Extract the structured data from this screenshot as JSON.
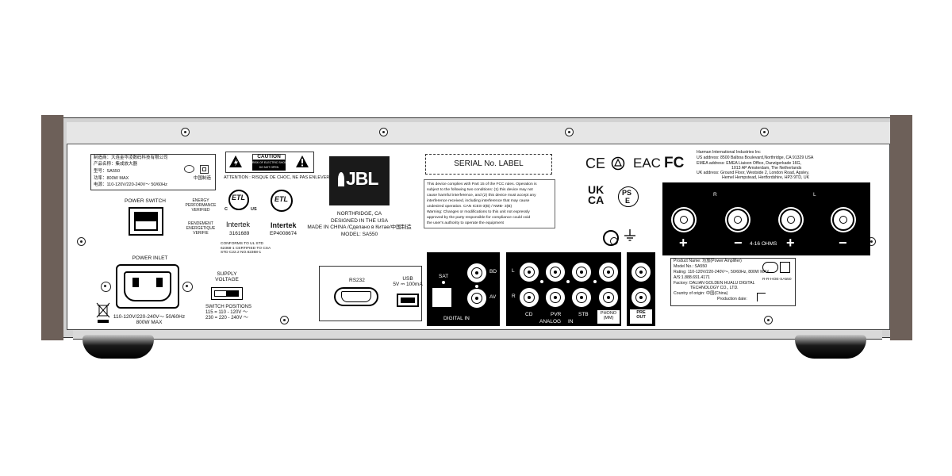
{
  "cn_label": {
    "line1": "制造商：大连金华凌数码科技有限公司",
    "line2": "产品名称：集成放大器",
    "line3": "型号：SA550",
    "line4": "功率：800W MAX",
    "line5": "电源：110-120V/220-240V～ 50/60Hz",
    "made_in": "中国制造"
  },
  "caution": {
    "title": "CAUTION",
    "sub1": "RISK OF ELECTRIC SHOCK",
    "sub2": "DO NOT OPEN",
    "fr": "ATTENTION : RISQUE DE CHOC, NE PAS ENLEVER"
  },
  "energy": {
    "en": "ENERGY\nPERFORMANCE\nVERIFIED",
    "fr": "RENDEMENT\nENERGETIQUE\nVERIFIE"
  },
  "intertek1": {
    "name": "Intertek",
    "code": "3161689",
    "mark_c": "C",
    "mark_us": "US",
    "conform": "CONFORMS TO UL STD\n62368-1 CERTIFIED TO CSA\nSTD C22.2 NO.62368-1"
  },
  "intertek2": {
    "name": "Intertek",
    "code": "EP4008674"
  },
  "brand": {
    "logo": "JBL",
    "line1": "NORTHRIDGE, CA",
    "line2": "DESIGNED IN THE USA",
    "line3": "MADE IN CHINA /Сделано в Китае/中国制造",
    "model": "MODEL: SA550"
  },
  "serial_label": "SERIAL No. LABEL",
  "fcc_text": "This device complies with Part 15 of the FCC rules. Operation is\nsubject to the following two conditions: (1) this device may not\ncause harmful interference, and (2) this device must accept any\ninterference received, including interference that may cause\nundesired operation. CAN ICES-3(B) / NMB- 3(B)\nWarning: Changes or modifications to this unit not expressly\napproved by the party responsible for compliance could void\nthe user's authority to operate the equipment",
  "marks": {
    "ce": "CE",
    "eac": "EAC",
    "fc": "FC",
    "ukca1": "UK",
    "ukca2": "CA",
    "pse1": "PS",
    "pse2": "E"
  },
  "harman": {
    "company": "Harman International Industries Inc",
    "us": "US address: 8500 Balboa Boulevard,Northridge, CA 91329 USA",
    "emea1": "EMEA address: EMEA Liaison Office, Danzigerkade 16G,",
    "emea2": "1013 AP Amsterdam, The Netherlands",
    "uk1": "UK address: Ground Floor, Westside 2, London Road, Apsley,",
    "uk2": "Hemel Hempstead, Hertfordshire, HP3 9TD, UK"
  },
  "power_switch": "POWER SWITCH",
  "power_inlet": "POWER INLET",
  "inlet_rating": "110-120V/220-240V～ 50/60Hz\n800W MAX",
  "supply_voltage": "SUPPLY\nVOLTAGE",
  "switch_positions": "SWITCH POSITIONS\n115 = 110 - 120V ～\n230 = 220 - 240V ～",
  "io": {
    "rs232": "RS232",
    "usb": "USB\n5V ⎓ 100mA",
    "sat": "SAT",
    "bd": "BD",
    "av": "AV",
    "digital_in": "DIGITAL IN",
    "l": "L",
    "r": "R",
    "cd": "CD",
    "pvr": "PVR",
    "stb": "STB",
    "analog": "ANALOG",
    "in": "IN",
    "phono": "PHONO\n(MM)",
    "pre": "PRE\nOUT"
  },
  "speaker": {
    "r": "R",
    "l": "L",
    "ohms": "4-16 OHMS",
    "plus": "+",
    "minus": "−"
  },
  "product_info": {
    "line1": "Product Name: 功放(Power Amplifier)",
    "line2": "Model No.: SA550",
    "line3": "Rating: 110-120V/220-240V～, 50/60Hz, 800W MAX",
    "line4": "A/S:1.888.691.4171",
    "line5": "Factory:  DALIAN GOLDEN HUALU DIGITAL",
    "line6": "TECHNOLOGY CO., LTD.",
    "line7": "Country of origin: 中国(China)",
    "line8": "Production date:",
    "kc_code": "R-R-HOE-SA550"
  }
}
